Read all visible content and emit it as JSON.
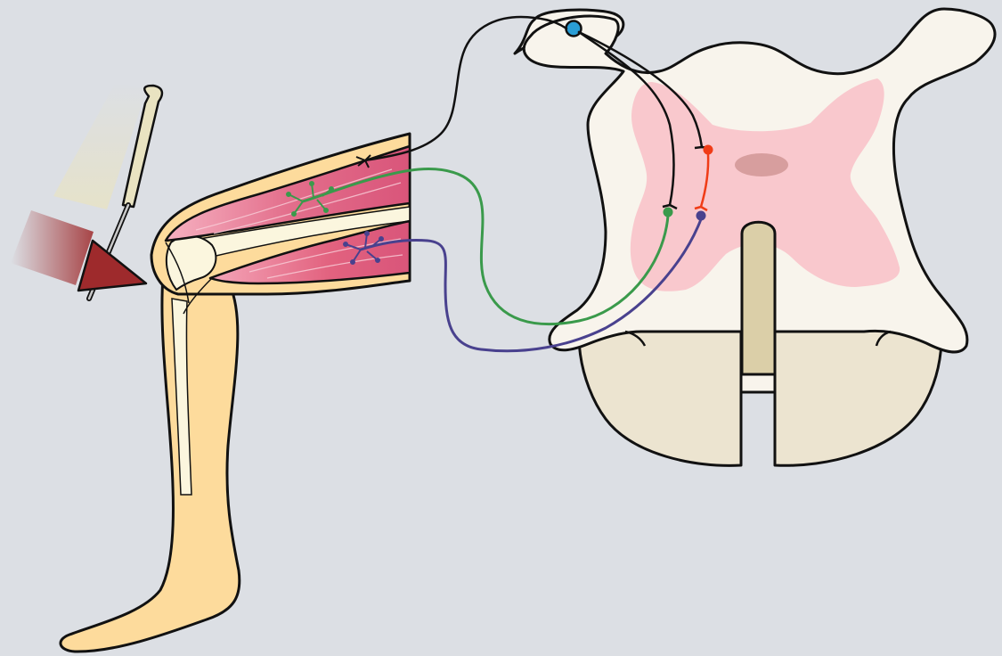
{
  "diagram": {
    "subject": "knee-jerk-reflex-arc",
    "components": [
      {
        "id": "reflex-hammer",
        "icon": "reflex-hammer-icon"
      },
      {
        "id": "leg",
        "icon": "leg-icon"
      },
      {
        "id": "quadriceps-muscle",
        "icon": "muscle-icon"
      },
      {
        "id": "hamstring-muscle",
        "icon": "muscle-icon"
      },
      {
        "id": "spinal-cord-cross-section",
        "icon": "spinal-cord-icon"
      },
      {
        "id": "dorsal-root-ganglion",
        "icon": "ganglion-icon"
      }
    ]
  },
  "colors": {
    "background": "#dcdfe4",
    "white_matter": "#f8f4ec",
    "white_matter_lower": "#ece4d0",
    "grey_matter": "#f9c8cd",
    "central_canal": "#d79e9e",
    "median_fissure": "#dbcfa8",
    "skin": "#fddb9c",
    "bone": "#fbf6de",
    "muscle": "#e0607f",
    "muscle_light": "#f6b1c1",
    "hammer_head": "#9e2a2c",
    "hammer_handle": "#e9e3c1",
    "ganglion": "#2a9ed6",
    "sensory_neuron": "#111111",
    "interneuron": "#f03c17",
    "motor_neuron_extensor": "#3a9a4b",
    "motor_neuron_flexor": "#49418e"
  }
}
